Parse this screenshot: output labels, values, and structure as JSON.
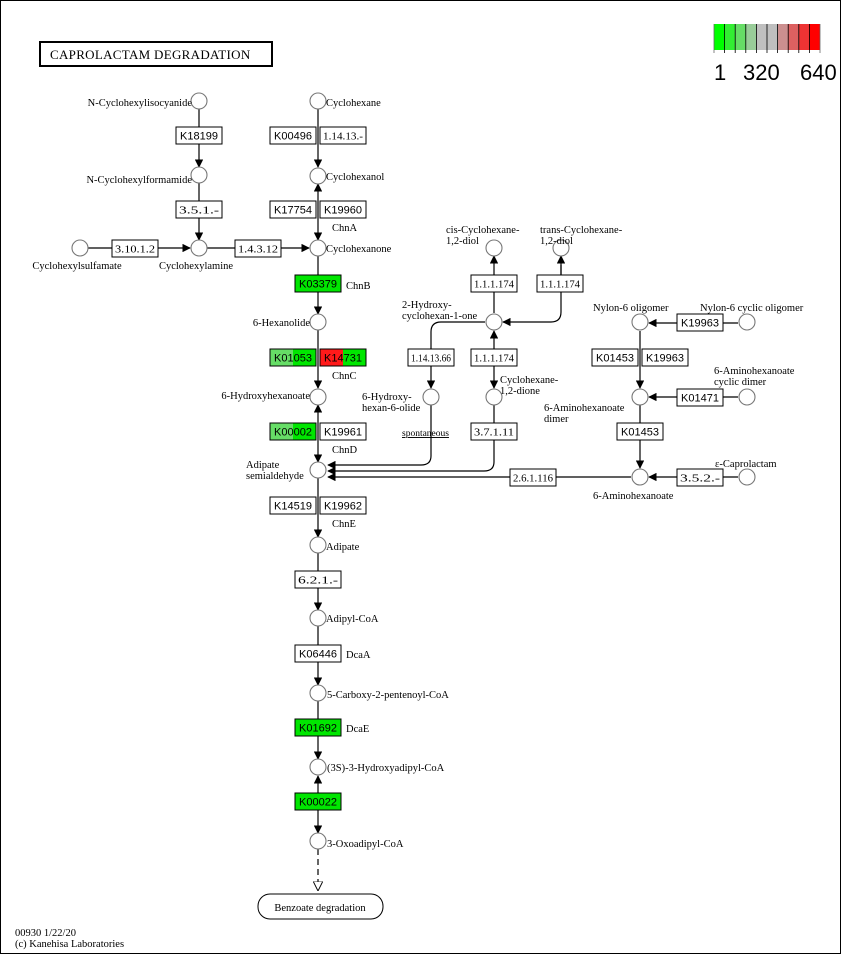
{
  "title": "CAPROLACTAM DEGRADATION",
  "footer": {
    "map_id_date": "00930 1/22/20",
    "copyright": "(c) Kanehisa Laboratories"
  },
  "legend": {
    "colors": [
      "#00ff00",
      "#33ee33",
      "#66dd66",
      "#99cc99",
      "#bfbfbf",
      "#bfbfbf",
      "#cc8f8f",
      "#dd6060",
      "#ee3333",
      "#ff0000"
    ],
    "labels": [
      "1",
      "320",
      "640"
    ]
  },
  "colors": {
    "green": "#00e600",
    "light_green": "#66dd66",
    "red": "#ff1a1a",
    "white": "#ffffff"
  },
  "compounds": [
    {
      "id": "n-cyclohexylisocyanide",
      "label": "N-Cyclohexylisocyanide"
    },
    {
      "id": "n-cyclohexylformamide",
      "label": "N-Cyclohexylformamide"
    },
    {
      "id": "cyclohexylsulfamate",
      "label": "Cyclohexylsulfamate"
    },
    {
      "id": "cyclohexylamine",
      "label": "Cyclohexylamine"
    },
    {
      "id": "cyclohexane",
      "label": "Cyclohexane"
    },
    {
      "id": "cyclohexanol",
      "label": "Cyclohexanol"
    },
    {
      "id": "cyclohexanone",
      "label": "Cyclohexanone"
    },
    {
      "id": "6-hexanolide",
      "label": "6-Hexanolide"
    },
    {
      "id": "6-hydroxyhexanoate",
      "label": "6-Hydroxyhexanoate"
    },
    {
      "id": "adipate-semialdehyde",
      "label": [
        "Adipate",
        "semialdehyde"
      ]
    },
    {
      "id": "adipate",
      "label": "Adipate"
    },
    {
      "id": "adipyl-coa",
      "label": "Adipyl-CoA"
    },
    {
      "id": "5-carboxy-2-pentenoyl-coa",
      "label": "5-Carboxy-2-pentenoyl-CoA"
    },
    {
      "id": "3s-3-hydroxyadipyl-coa",
      "label": "(3S)-3-Hydroxyadipyl-CoA"
    },
    {
      "id": "3-oxoadipyl-coa",
      "label": "3-Oxoadipyl-CoA"
    },
    {
      "id": "cis-cyclohexane-1-2-diol",
      "label": [
        "cis-Cyclohexane-",
        "1,2-diol"
      ]
    },
    {
      "id": "trans-cyclohexane-1-2-diol",
      "label": [
        "trans-Cyclohexane-",
        "1,2-diol"
      ]
    },
    {
      "id": "2-hydroxycyclohexan-1-one",
      "label": [
        "2-Hydroxy-",
        "cyclohexan-1-one"
      ]
    },
    {
      "id": "6-hydroxyhexan-6-olide",
      "label": [
        "6-Hydroxy-",
        "hexan-6-olide"
      ]
    },
    {
      "id": "cyclohexane-1-2-dione",
      "label": [
        "Cyclohexane-",
        "1,2-dione"
      ]
    },
    {
      "id": "nylon-6-oligomer",
      "label": "Nylon-6 oligomer"
    },
    {
      "id": "nylon-6-cyclic-oligomer",
      "label": "Nylon-6 cyclic oligomer"
    },
    {
      "id": "6-aminohexanoate-cyclic-dimer",
      "label": [
        "6-Aminohexanoate",
        "cyclic dimer"
      ]
    },
    {
      "id": "6-aminohexanoate-dimer",
      "label": [
        "6-Aminohexanoate",
        "dimer"
      ]
    },
    {
      "id": "6-aminohexanoate",
      "label": "6-Aminohexanoate"
    },
    {
      "id": "epsilon-caprolactam",
      "label": "ε-Caprolactam"
    }
  ],
  "enzymes": [
    {
      "id": "K18199",
      "label": "K18199",
      "fill": "white"
    },
    {
      "id": "ec-3.5.1.-",
      "label": "3.5.1.-",
      "fill": "white"
    },
    {
      "id": "ec-3.10.1.2",
      "label": "3.10.1.2",
      "fill": "white"
    },
    {
      "id": "ec-1.4.3.12",
      "label": "1.4.3.12",
      "fill": "white"
    },
    {
      "id": "K00496",
      "label": "K00496",
      "fill": "white"
    },
    {
      "id": "ec-1.14.13.-",
      "label": "1.14.13.-",
      "fill": "white"
    },
    {
      "id": "K17754",
      "label": "K17754",
      "fill": "white"
    },
    {
      "id": "K19960",
      "label": "K19960",
      "fill": "white"
    },
    {
      "id": "K03379",
      "label": "K03379",
      "fill": "green"
    },
    {
      "id": "K01053",
      "label": "K01053",
      "fill": "split-lightgreen-green"
    },
    {
      "id": "K14731",
      "label": "K14731",
      "fill": "split-red-green"
    },
    {
      "id": "K00002",
      "label": "K00002",
      "fill": "split-lightgreen-green"
    },
    {
      "id": "K19961",
      "label": "K19961",
      "fill": "white"
    },
    {
      "id": "K14519",
      "label": "K14519",
      "fill": "white"
    },
    {
      "id": "K19962",
      "label": "K19962",
      "fill": "white"
    },
    {
      "id": "ec-6.2.1.-",
      "label": "6.2.1.-",
      "fill": "white"
    },
    {
      "id": "K06446",
      "label": "K06446",
      "fill": "white"
    },
    {
      "id": "K01692",
      "label": "K01692",
      "fill": "green"
    },
    {
      "id": "K00022",
      "label": "K00022",
      "fill": "green"
    },
    {
      "id": "ec-1.1.1.174-a",
      "label": "1.1.1.174",
      "fill": "white"
    },
    {
      "id": "ec-1.1.1.174-b",
      "label": "1.1.1.174",
      "fill": "white"
    },
    {
      "id": "ec-1.1.1.174-c",
      "label": "1.1.1.174",
      "fill": "white"
    },
    {
      "id": "ec-1.14.13.66",
      "label": "1.14.13.66",
      "fill": "white"
    },
    {
      "id": "ec-3.7.1.11",
      "label": "3.7.1.11",
      "fill": "white"
    },
    {
      "id": "K19963-a",
      "label": "K19963",
      "fill": "white"
    },
    {
      "id": "K01453-a",
      "label": "K01453",
      "fill": "white"
    },
    {
      "id": "K19963-b",
      "label": "K19963",
      "fill": "white"
    },
    {
      "id": "K01471",
      "label": "K01471",
      "fill": "white"
    },
    {
      "id": "K01453-b",
      "label": "K01453",
      "fill": "white"
    },
    {
      "id": "ec-2.6.1.116",
      "label": "2.6.1.116",
      "fill": "white"
    },
    {
      "id": "ec-3.5.2.-",
      "label": "3.5.2.-",
      "fill": "white"
    }
  ],
  "gene_labels": [
    "ChnA",
    "ChnB",
    "ChnC",
    "ChnD",
    "ChnE",
    "DcaA",
    "DcaE"
  ],
  "annotations": {
    "spontaneous": "spontaneous"
  },
  "linked_map": {
    "label": "Benzoate degradation"
  }
}
